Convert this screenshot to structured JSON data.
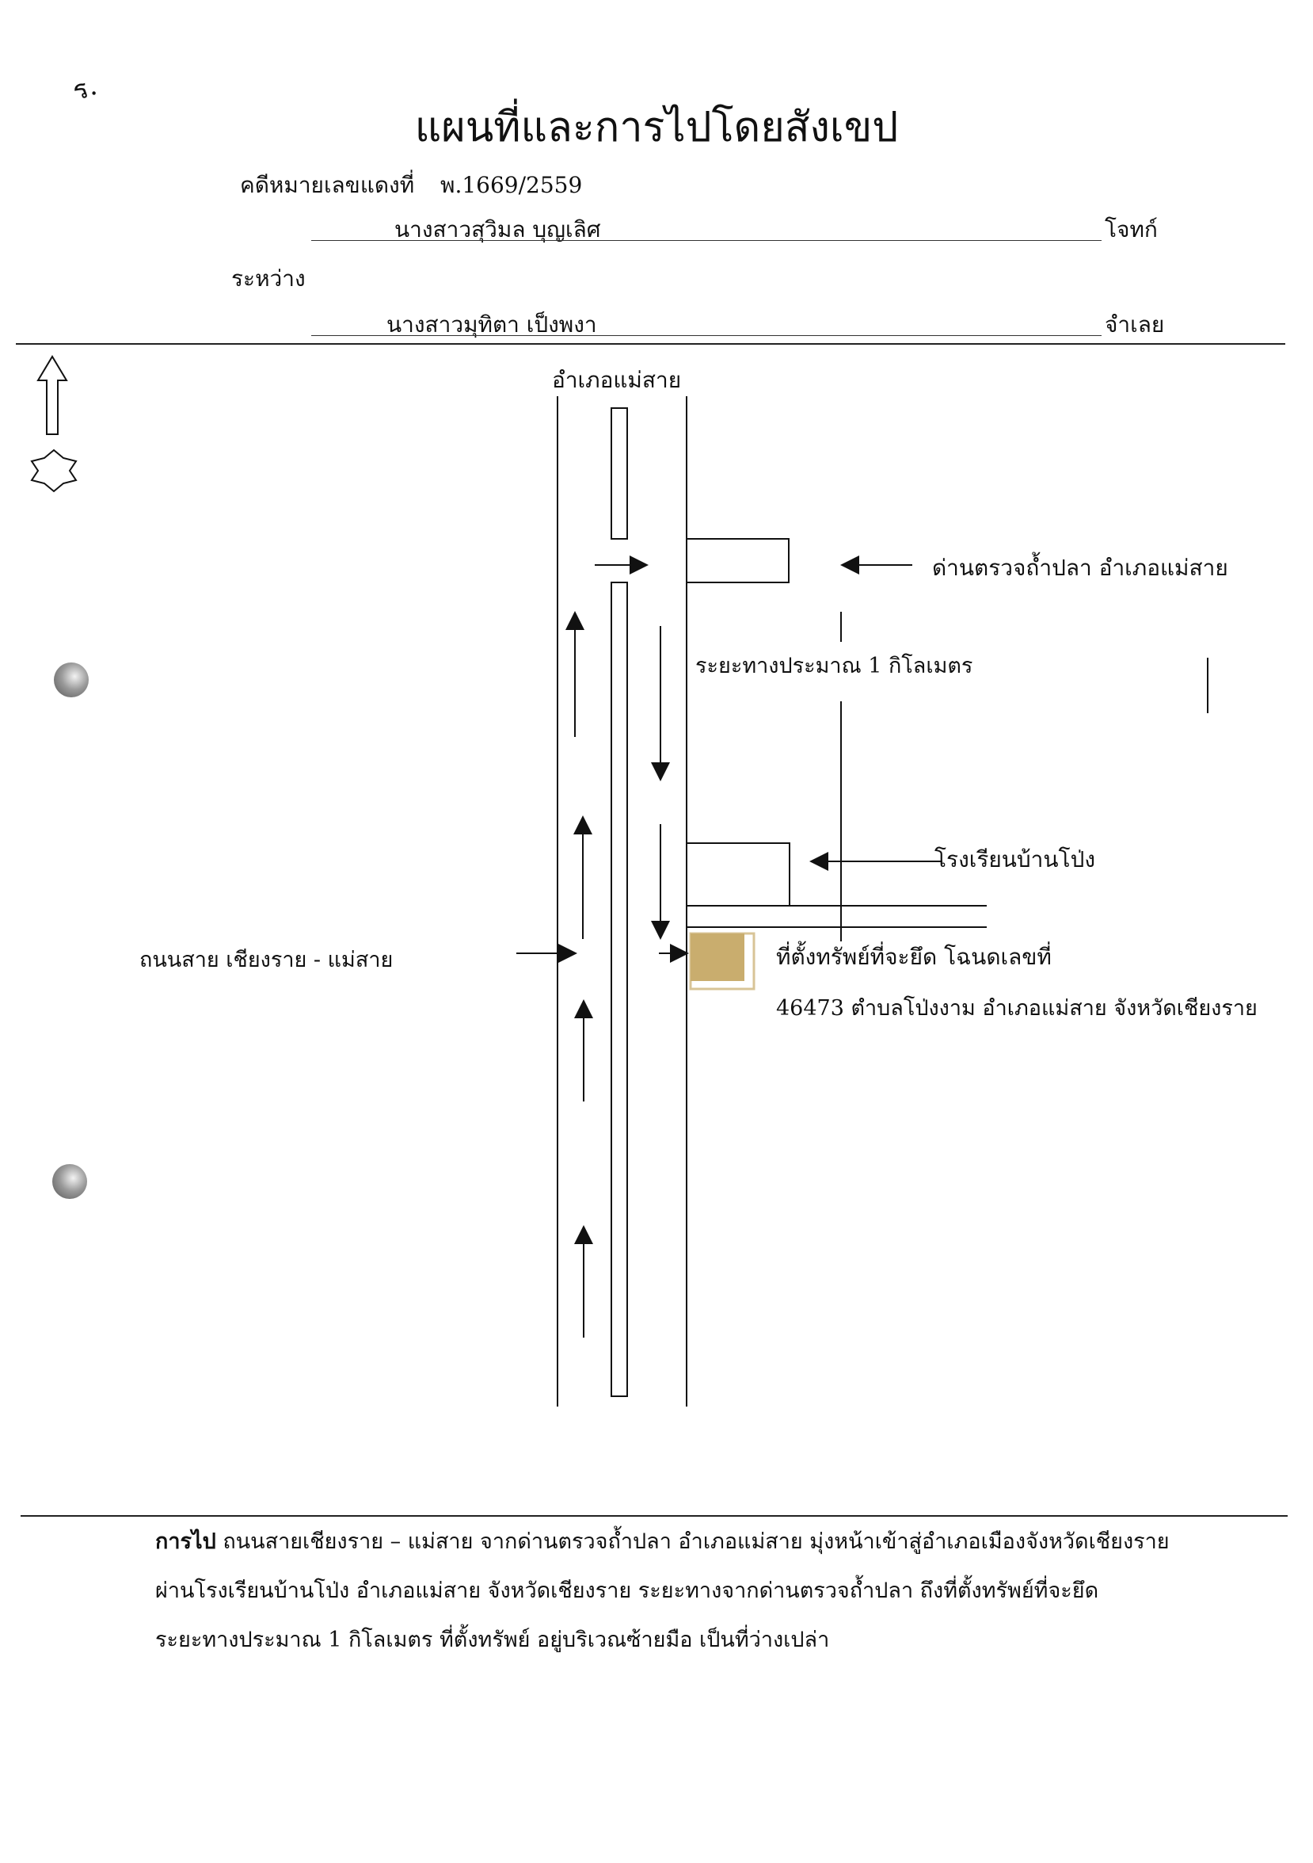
{
  "header": {
    "mark": "ร.",
    "title": "แผนที่และการไปโดยสังเขป",
    "case_label": "คดีหมายเลขแดงที่",
    "case_number": "พ.1669/2559",
    "plaintiff_name": "นางสาวสุวิมล บุญเลิศ",
    "plaintiff_role": "โจทก์",
    "between": "ระหว่าง",
    "defendant_name": "นางสาวมุทิตา เป็งพงา",
    "defendant_role": "จำเลย"
  },
  "map": {
    "north_label": "อำเภอแม่สาย",
    "checkpoint_label": "ด่านตรวจถ้ำปลา อำเภอแม่สาย",
    "distance_label": "ระยะทางประมาณ 1 กิโลเมตร",
    "school_label": "โรงเรียนบ้านโป่ง",
    "road_label": "ถนนสาย เชียงราย - แม่สาย",
    "property_label_1": "ที่ตั้งทรัพย์ที่จะยึด โฉนดเลขที่",
    "property_label_2": "46473 ตำบลโป่งงาม อำเภอแม่สาย จังหวัดเชียงราย",
    "property_color": "#c9ad6e",
    "compass_icon": "north-arrow-icon"
  },
  "directions": {
    "heading": "การไป",
    "line1": "ถนนสายเชียงราย – แม่สาย จากด่านตรวจถ้ำปลา อำเภอแม่สาย มุ่งหน้าเข้าสู่อำเภอเมืองจังหวัดเชียงราย",
    "line2": "ผ่านโรงเรียนบ้านโป่ง อำเภอแม่สาย จังหวัดเชียงราย ระยะทางจากด่านตรวจถ้ำปลา ถึงที่ตั้งทรัพย์ที่จะยึด",
    "line3": "ระยะทางประมาณ 1 กิโลเมตร ที่ตั้งทรัพย์ อยู่บริเวณซ้ายมือ เป็นที่ว่างเปล่า"
  }
}
